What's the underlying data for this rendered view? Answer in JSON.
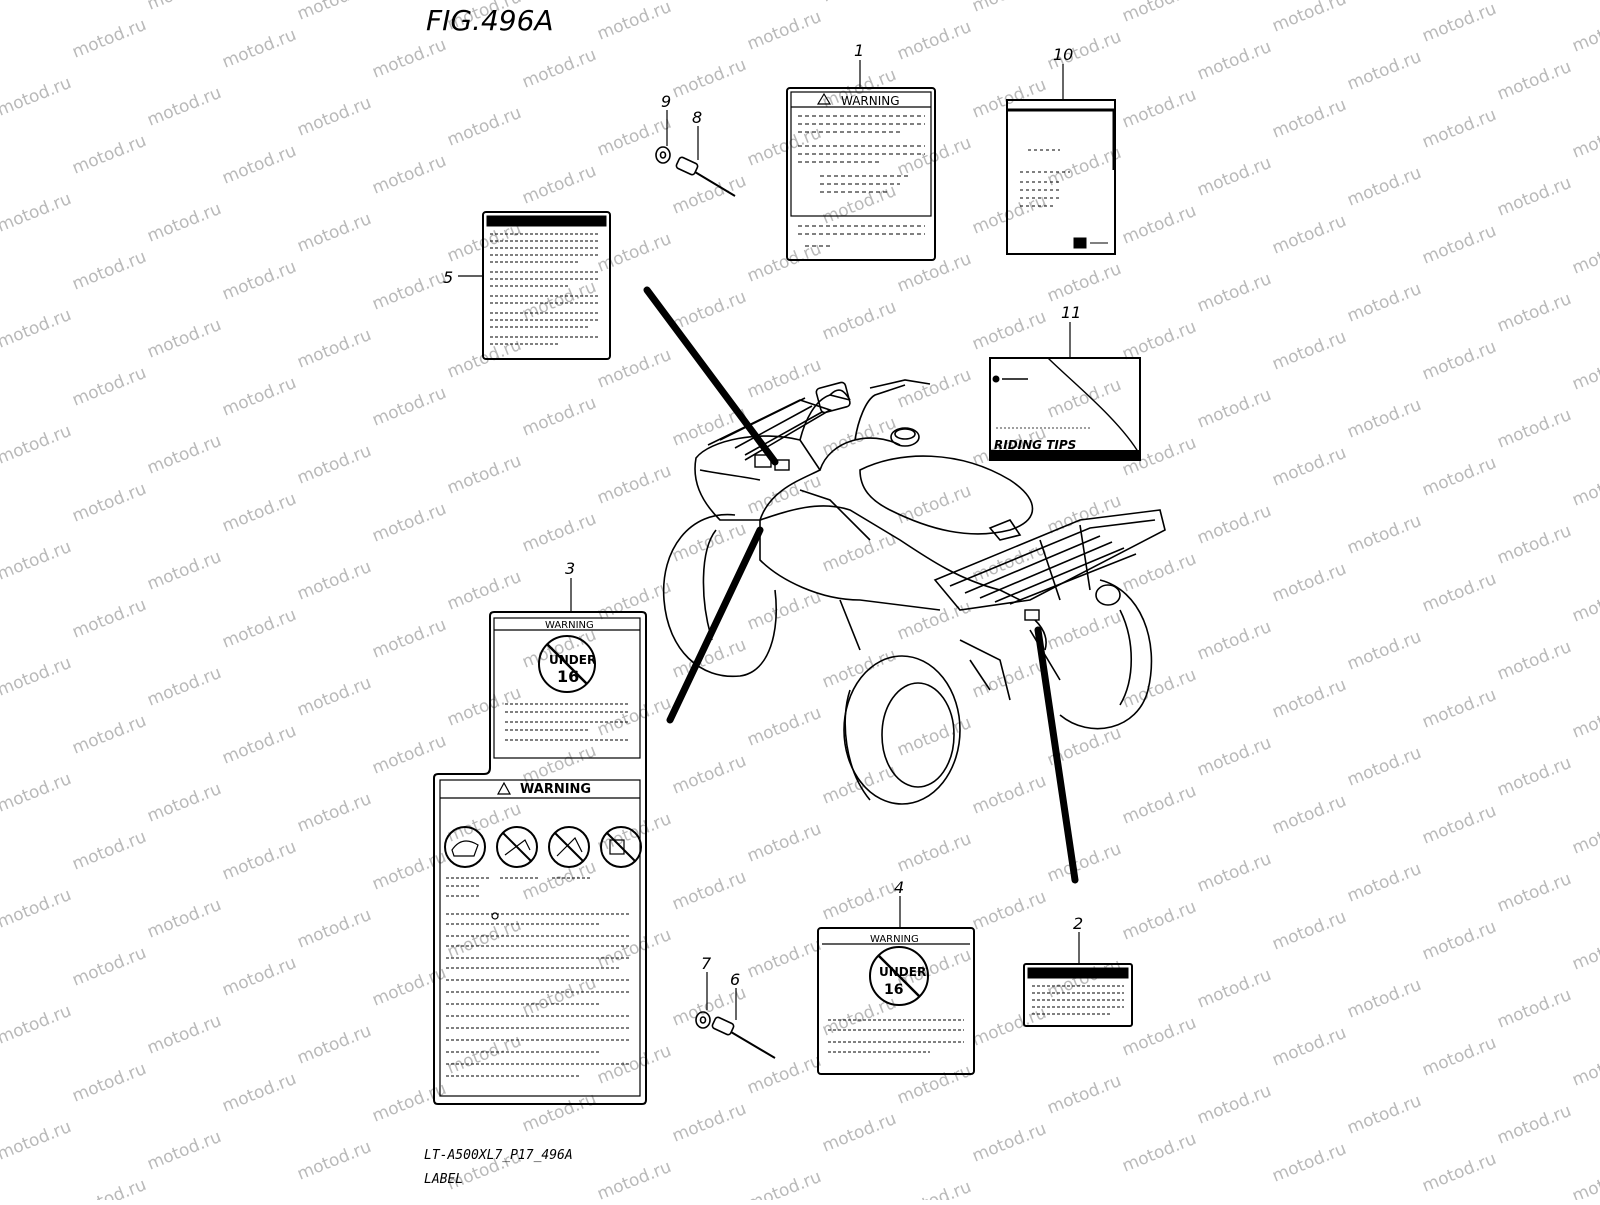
{
  "figure": {
    "title": "FIG.496A",
    "code": "LT-A500XL7_P17_496A",
    "label": "LABEL",
    "watermark": "motod.ru"
  },
  "callouts": [
    "1",
    "2",
    "3",
    "4",
    "5",
    "6",
    "7",
    "8",
    "9",
    "10",
    "11"
  ],
  "labels": {
    "warning": "WARNING",
    "under_16": "UNDER",
    "age_16": "16",
    "under_16_ar": "UNDER",
    "age_16_ar": "16",
    "riding_tips": "RIDING TIPS"
  },
  "colors": {
    "line": "#000000",
    "watermark": "#b9b9b9",
    "background": "#ffffff"
  }
}
